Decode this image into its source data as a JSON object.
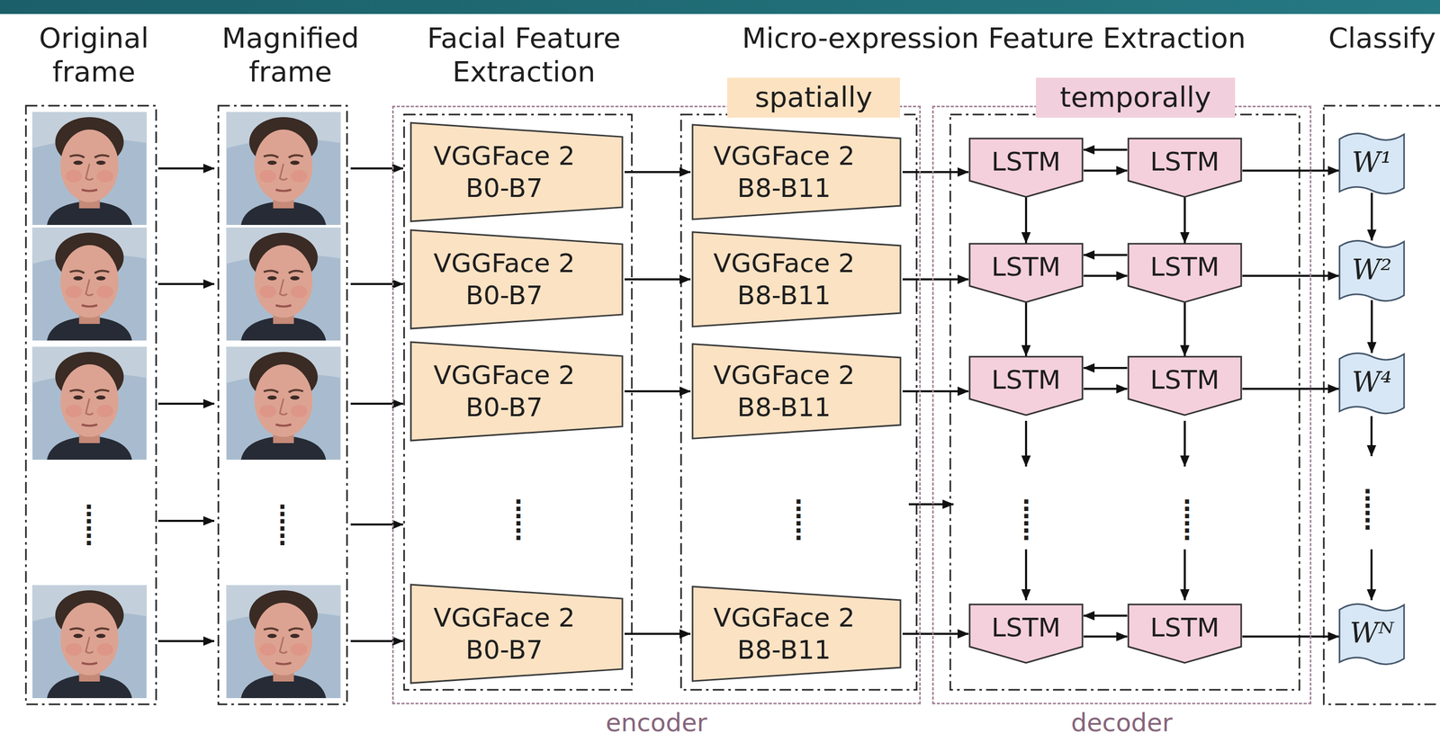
{
  "diagram": {
    "nodes": [
      {
        "text": [
          "encoder"
        ]
      },
      {
        "text": [
          "spatially"
        ],
        "in": 0
      },
      {
        "text": [
          "VGGFace 2 B0-B7"
        ],
        "in": 0
      },
      {
        "text": [
          "VGGFace 2 B0-B7"
        ],
        "in": 0
      },
      {
        "text": [
          "VGGFace 2 B0-B7"
        ],
        "in": 0
      },
      {
        "text": [
          "VGGFace 2 B0-B7"
        ],
        "in": 0
      },
      {
        "text": [
          "VGGFace 2 B8-B11"
        ],
        "in": 0
      },
      {
        "text": [
          "VGGFace 2 B8-B11"
        ],
        "in": 0
      },
      {
        "text": [
          "VGGFace 2 B8-B11"
        ],
        "in": 0
      },
      {
        "text": [
          "VGGFace 2 B8-B11"
        ],
        "in": 0
      },
      {
        "text": [
          "decoder"
        ]
      },
      {
        "text": [
          "temporally"
        ],
        "in": 10
      },
      {
        "text": [
          "LSTM"
        ],
        "in": 10
      },
      {
        "text": [
          "LSTM"
        ],
        "in": 10
      },
      {
        "text": [
          "LSTM"
        ],
        "in": 10
      },
      {
        "text": [
          "LSTM"
        ],
        "in": 10
      },
      {
        "text": [
          "LSTM"
        ],
        "in": 10
      },
      {
        "text": [
          "LSTM"
        ],
        "in": 10
      },
      {
        "text": [
          "LSTM"
        ],
        "in": 10
      },
      {
        "text": [
          "LSTM"
        ],
        "in": 10
      },
      {
        "text": [
          "W¹"
        ]
      },
      {
        "text": [
          "W²"
        ]
      },
      {
        "text": [
          "W⁴"
        ]
      },
      {
        "text": [
          "Wᴺ"
        ]
      }
    ],
    "edges": [
      {
        "from": 2,
        "to": 6,
        "arrow": "to"
      },
      {
        "from": 3,
        "to": 7,
        "arrow": "to"
      },
      {
        "from": 4,
        "to": 8,
        "arrow": "to"
      },
      {
        "from": 5,
        "to": 9,
        "arrow": "to"
      },
      {
        "from": 6,
        "to": 12,
        "arrow": "to"
      },
      {
        "from": 7,
        "to": 14,
        "arrow": "to"
      },
      {
        "from": 8,
        "to": 16,
        "arrow": "to"
      },
      {
        "from": 9,
        "to": 18,
        "arrow": "to"
      },
      {
        "from": 12,
        "to": 13,
        "arrow": "to"
      },
      {
        "from": 13,
        "to": 12,
        "arrow": "to"
      },
      {
        "from": 14,
        "to": 15,
        "arrow": "to"
      },
      {
        "from": 15,
        "to": 14,
        "arrow": "to"
      },
      {
        "from": 16,
        "to": 17,
        "arrow": "to"
      },
      {
        "from": 17,
        "to": 16,
        "arrow": "to"
      },
      {
        "from": 18,
        "to": 19,
        "arrow": "to"
      },
      {
        "from": 19,
        "to": 18,
        "arrow": "to"
      },
      {
        "from": 12,
        "to": 14,
        "arrow": "to"
      },
      {
        "from": 14,
        "to": 16,
        "arrow": "to"
      },
      {
        "from": 13,
        "to": 15,
        "arrow": "to"
      },
      {
        "from": 15,
        "to": 17,
        "arrow": "to"
      },
      {
        "from": 13,
        "to": 20,
        "arrow": "to"
      },
      {
        "from": 15,
        "to": 21,
        "arrow": "to"
      },
      {
        "from": 17,
        "to": 22,
        "arrow": "to"
      },
      {
        "from": 19,
        "to": 23,
        "arrow": "to"
      },
      {
        "from": 20,
        "to": 21,
        "arrow": "to"
      },
      {
        "from": 21,
        "to": 22,
        "arrow": "to"
      }
    ],
    "labels": [
      "Original frame",
      "Magnified frame",
      "Facial Feature Extraction",
      "Micro-expression Feature Extraction",
      "Classify",
      "......",
      "......",
      "......",
      "......",
      "......",
      "......",
      "......"
    ]
  }
}
